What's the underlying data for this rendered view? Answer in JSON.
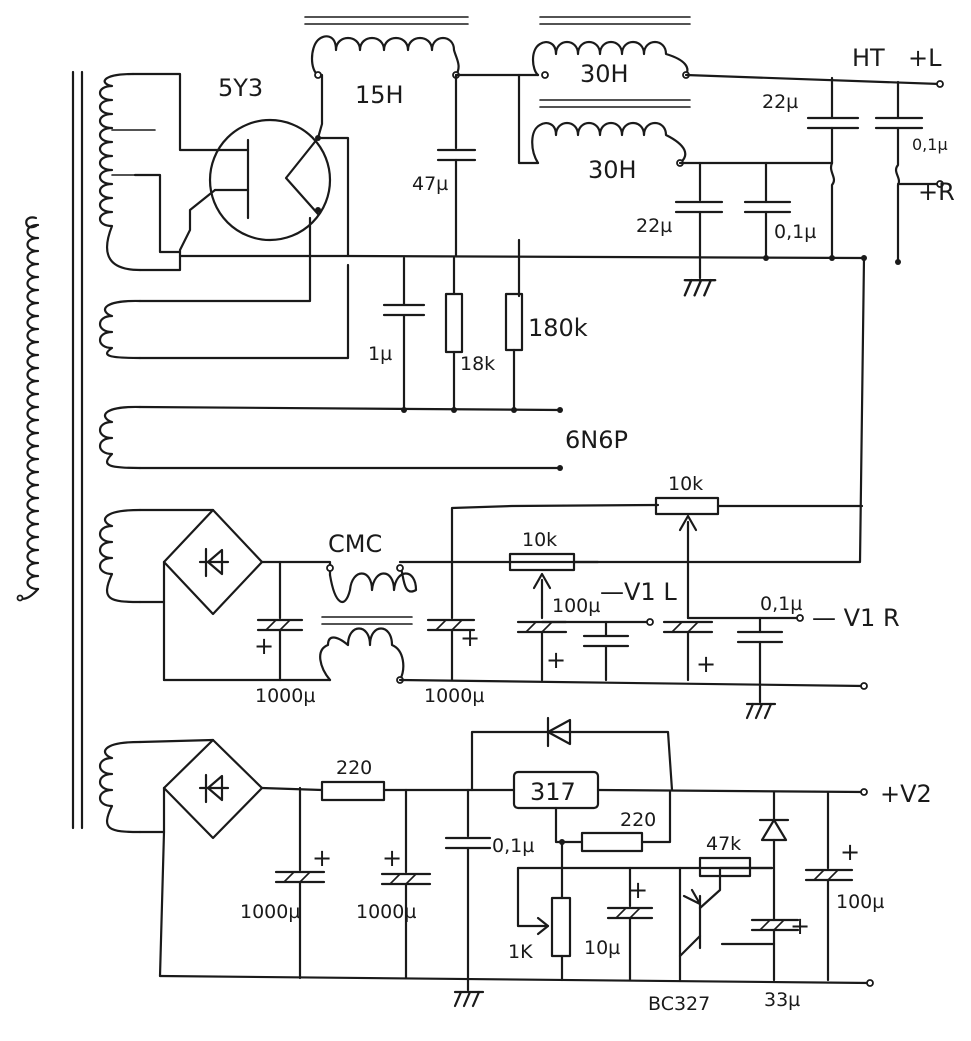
{
  "labels": {
    "rectifier_tube": "5Y3",
    "choke_main": "15H",
    "choke_left": "30H",
    "choke_right": "30H",
    "ht": "HT",
    "out_plus_l": "+L",
    "out_plus_r": "+R",
    "cap_47u": "47µ",
    "cap_22u_top": "22µ",
    "cap_0_1u_top": "0,1µ",
    "cap_22u_mid": "22µ",
    "cap_0_1u_mid": "0,1µ",
    "cap_1u": "1µ",
    "res_18k": "18k",
    "res_180k": "180k",
    "heater_tube": "6N6P",
    "cmc": "CMC",
    "pot_10k_a": "10k",
    "pot_10k_b": "10k",
    "cap_100u_v1": "100µ",
    "v1l": "—V1 L",
    "cap_0_1u_v1": "0,1µ",
    "v1r": "— V1 R",
    "cap_1000u_a": "1000µ",
    "cap_1000u_b": "1000µ",
    "res_220_in": "220",
    "regulator": "317",
    "res_220_adj": "220",
    "cap_0_1u_reg": "0,1µ",
    "out_v2": "+V2",
    "res_47k": "47k",
    "cap_1000u_c": "1000µ",
    "cap_1000u_d": "1000µ",
    "pot_1k": "1K",
    "cap_10u": "10µ",
    "transistor": "BC327",
    "cap_33u": "33µ",
    "cap_100u_v2": "100µ",
    "plus_sign": "+"
  }
}
